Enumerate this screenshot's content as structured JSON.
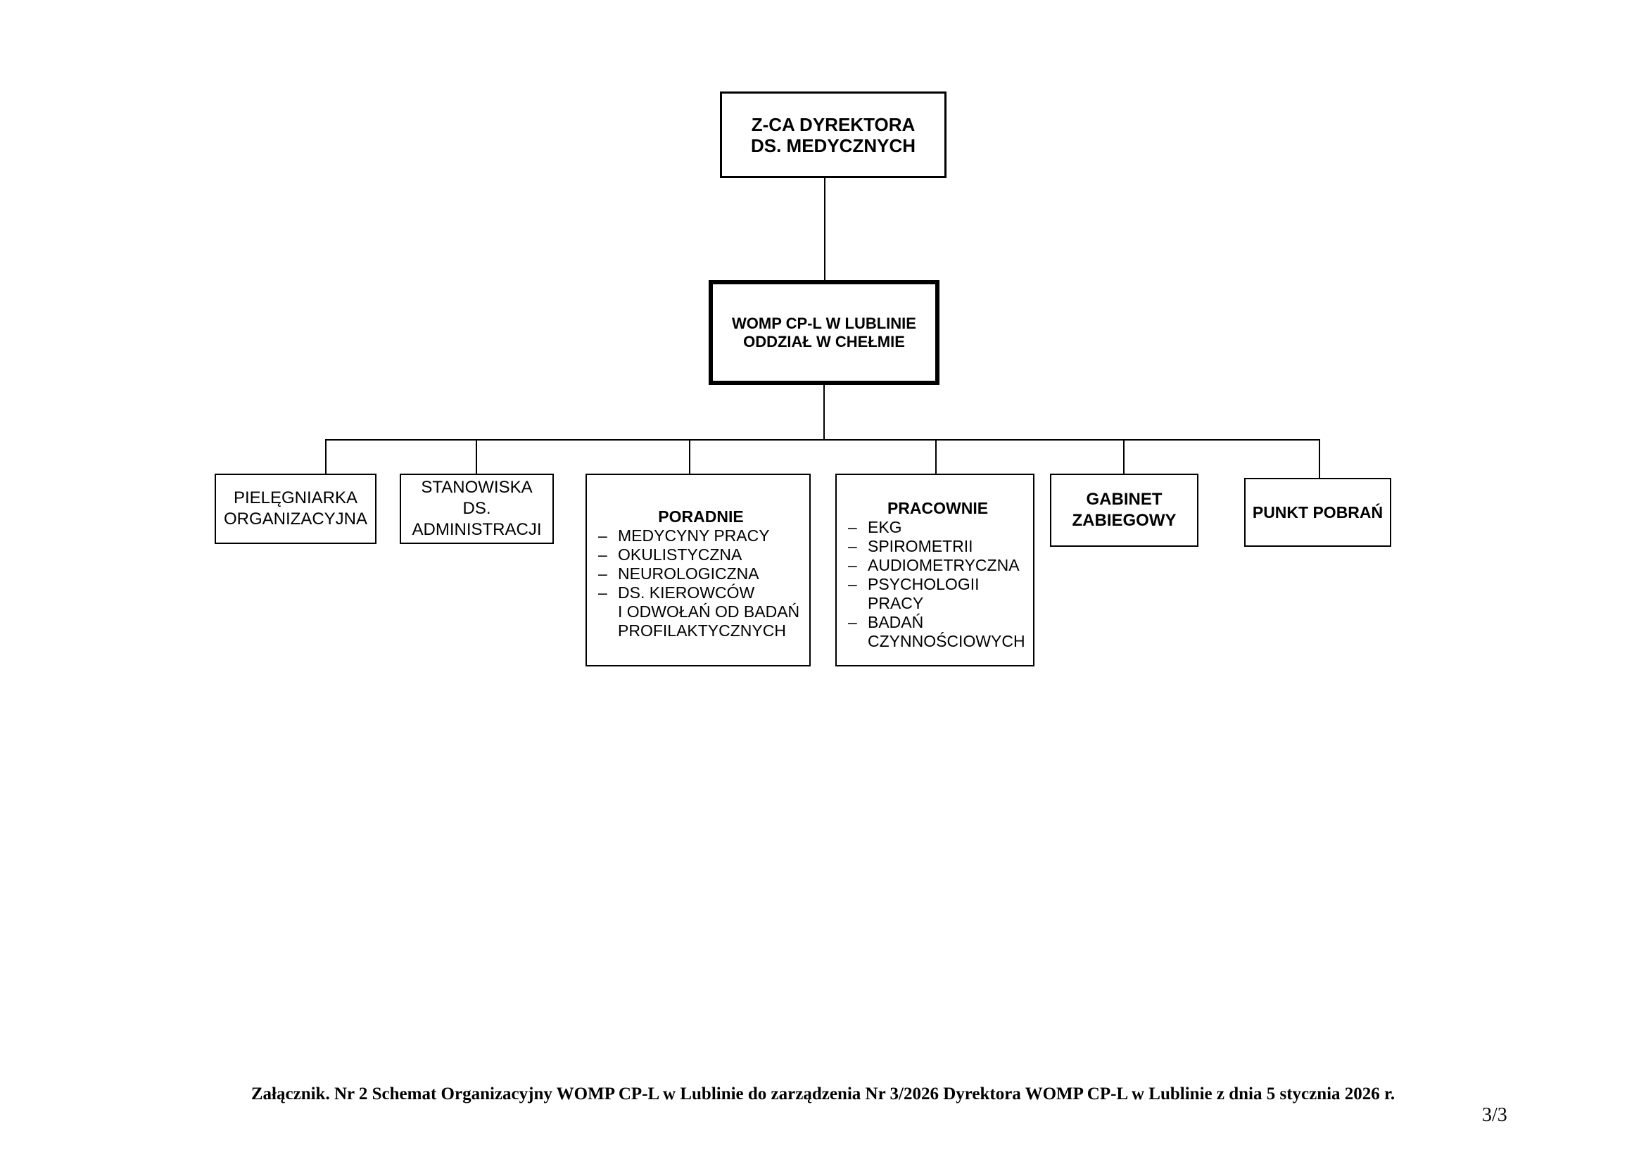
{
  "org_chart": {
    "director": {
      "label": "Z-CA DYREKTORA\nDS. MEDYCZNYCH"
    },
    "branch": {
      "label": "WOMP CP-L W LUBLINIE\nODDZIAŁ W CHEŁMIE"
    },
    "list_dash": "–",
    "units": [
      {
        "label": "PIELĘGNIARKA\nORGANIZACYJNA"
      },
      {
        "label": "STANOWISKA\nDS.\nADMINISTRACJI"
      },
      {
        "title": "PORADNIE",
        "items": [
          "MEDYCYNY PRACY",
          "OKULISTYCZNA",
          "NEUROLOGICZNA",
          "DS. KIEROWCÓW\nI ODWOŁAŃ OD BADAŃ\nPROFILAKTYCZNYCH"
        ]
      },
      {
        "title": "PRACOWNIE",
        "items": [
          "EKG",
          "SPIROMETRII",
          "AUDIOMETRYCZNA",
          "PSYCHOLOGII\nPRACY",
          "BADAŃ\nCZYNNOŚCIOWYCH"
        ]
      },
      {
        "label": "GABINET\nZABIEGOWY"
      },
      {
        "label": "PUNKT POBRAŃ"
      }
    ]
  },
  "footer": {
    "caption": "Załącznik. Nr 2 Schemat Organizacyjny WOMP CP-L w Lublinie do zarządzenia Nr 3/2026 Dyrektora WOMP CP-L w Lublinie z dnia 5 stycznia 2026 r.",
    "page_number": "3/3"
  },
  "colors": {
    "line": "#000000",
    "text": "#000000",
    "page_background": "#ffffff"
  }
}
